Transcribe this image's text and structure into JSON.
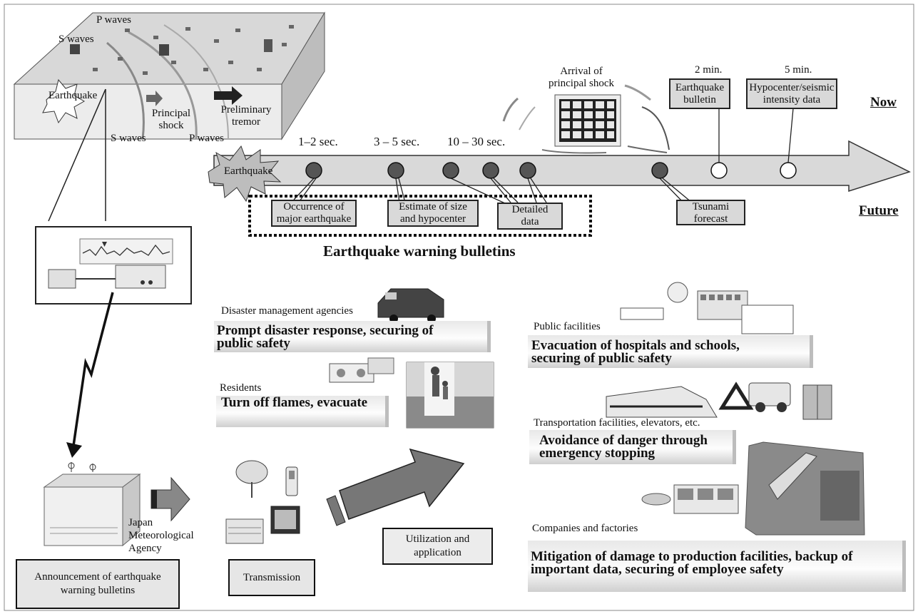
{
  "ground": {
    "p_waves_top": "P waves",
    "s_waves_top": "S waves",
    "earthquake": "Earthquake",
    "principal_shock": [
      "Principal",
      "shock"
    ],
    "preliminary_tremor": [
      "Preliminary",
      "tremor"
    ],
    "s_waves_bottom": "S waves",
    "p_waves_bottom": "P waves"
  },
  "timeline": {
    "arrival": [
      "Arrival of",
      "principal shock"
    ],
    "two_min": "2 min.",
    "five_min": "5 min.",
    "eq_bulletin": [
      "Earthquake",
      "bulletin"
    ],
    "hypocenter": [
      "Hypocenter/seismic",
      "intensity data"
    ],
    "now": "Now",
    "future": "Future",
    "t1": "1–2 sec.",
    "t2": "3 – 5 sec.",
    "t3": "10 – 30 sec.",
    "earthquake": "Earthquake"
  },
  "bulletins": {
    "occurrence": [
      "Occurrence of",
      "major earthquake"
    ],
    "estimate": [
      "Estimate of size",
      "and hypocenter"
    ],
    "detailed": [
      "Detailed",
      "data"
    ],
    "tsunami": [
      "Tsunami",
      "forecast"
    ],
    "title": "Earthquake warning bulletins"
  },
  "recipients": {
    "disaster": {
      "category": "Disaster management agencies",
      "action": [
        "Prompt disaster response, securing of",
        "public safety"
      ]
    },
    "residents": {
      "category": "Residents",
      "action": "Turn off flames, evacuate"
    },
    "public": {
      "category": "Public facilities",
      "action": [
        "Evacuation of hospitals and schools,",
        "securing of public safety"
      ]
    },
    "transport": {
      "category": "Transportation facilities, elevators, etc.",
      "action": [
        "Avoidance of danger through",
        "emergency stopping"
      ]
    },
    "companies": {
      "category": "Companies and factories",
      "action": [
        "Mitigation of damage to production facilities, backup of",
        "important data, securing of employee safety"
      ]
    }
  },
  "flow": {
    "jma": [
      "Japan",
      "Meteorological",
      "Agency"
    ],
    "announcement": [
      "Announcement of earthquake",
      "warning bulletins"
    ],
    "transmission": "Transmission",
    "utilization": [
      "Utilization and",
      "application"
    ]
  }
}
